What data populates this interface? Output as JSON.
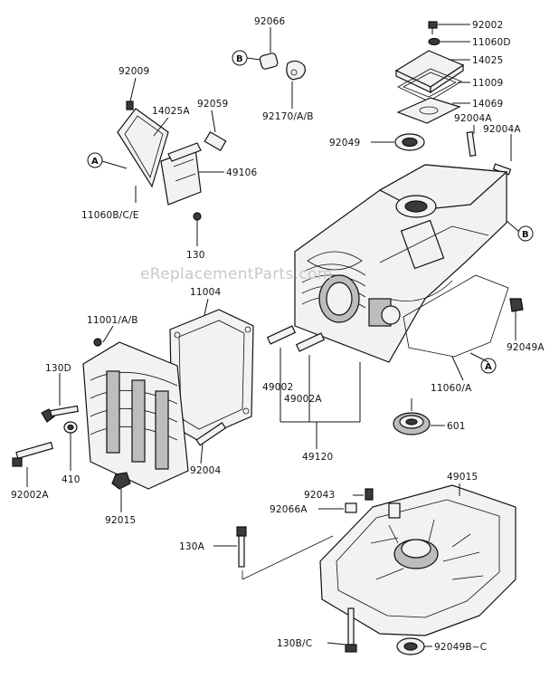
{
  "watermark": "eReplacementParts.com",
  "callouts": {
    "b_top": "B",
    "b_right": "B",
    "a_left": "A",
    "a_right": "A"
  },
  "labels": {
    "p92066": "92066",
    "p92002": "92002",
    "p11060d": "11060D",
    "p14025": "14025",
    "p11009": "11009",
    "p14069": "14069",
    "p92004a_1": "92004A",
    "p92004a_2": "92004A",
    "p92049": "92049",
    "p92170": "92170/A/B",
    "p92009": "92009",
    "p14025a": "14025A",
    "p92059": "92059",
    "p49106": "49106",
    "p11060bce": "11060B/C/E",
    "p130": "130",
    "p11004": "11004",
    "p11001": "11001/A/B",
    "p130d": "130D",
    "p92002a": "92002A",
    "p410": "410",
    "p92015": "92015",
    "p92004": "92004",
    "p49002": "49002",
    "p49002a": "49002A",
    "p49120": "49120",
    "p92049a": "92049A",
    "p11060a": "11060/A",
    "p601": "601",
    "p49015": "49015",
    "p92043": "92043",
    "p92066a": "92066A",
    "p130a": "130A",
    "p130bc": "130B/C",
    "p92049bc": "92049B~C"
  }
}
